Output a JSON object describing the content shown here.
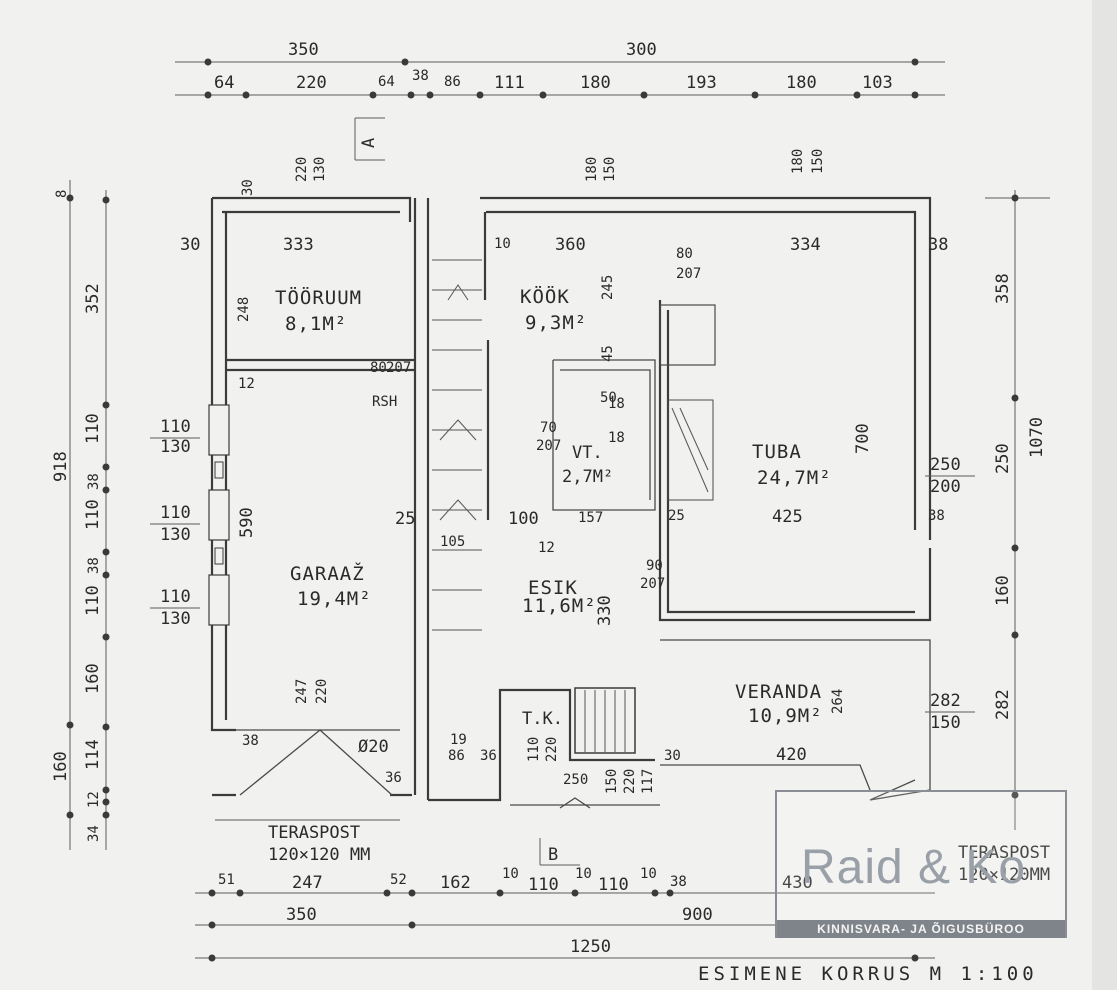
{
  "title": "ESIMENE KORRUS M 1:100",
  "rooms": {
    "tookuum": "TÖÖRUUM",
    "tookuum_area": "8,1M²",
    "kook": "KÖÖK",
    "kook_area": "9,3M²",
    "garaaz": "GARAAŽ",
    "garaaz_area": "19,4M²",
    "tuba": "TUBA",
    "tuba_area": "24,7M²",
    "esik": "ESIK",
    "esik_area": "11,6M²",
    "veranda": "VERANDA",
    "veranda_area": "10,9M²",
    "vt": "VT.",
    "vt_area": "2,7M²",
    "tk": "T.K.",
    "rsh": "RSH"
  },
  "labels": {
    "teraspost_left": "TERASPOST",
    "teraspost_left_size": "120×120 MM",
    "teraspost_right": "TERASPOST",
    "teraspost_right_size": "120×120MM",
    "section_a": "A",
    "section_b": "B",
    "pipe": "Ø20"
  },
  "dims_top": {
    "row1_a": "350",
    "row1_b": "300",
    "row2": [
      "64",
      "220",
      "64",
      "38",
      "86",
      "111",
      "180",
      "193",
      "180",
      "103"
    ]
  },
  "dims_bottom": {
    "row1": [
      "51",
      "247",
      "52",
      "162",
      "10",
      "110",
      "10",
      "110",
      "10",
      "38"
    ],
    "row2_a": "350",
    "row2_b": "900",
    "row3": "1250",
    "right_430": "430"
  },
  "dims_left": [
    "8",
    "352",
    "918",
    "110",
    "38",
    "110",
    "38",
    "110",
    "160",
    "114",
    "160",
    "12",
    "34"
  ],
  "dims_left_inner": [
    "110",
    "130",
    "110",
    "130",
    "110",
    "130"
  ],
  "dims_right": [
    "358",
    "1070",
    "250",
    "160",
    "282"
  ],
  "dims_interior": [
    "30",
    "333",
    "360",
    "334",
    "38",
    "248",
    "12",
    "25",
    "590",
    "100",
    "12",
    "105",
    "330",
    "157",
    "700",
    "425",
    "250",
    "200",
    "38",
    "420",
    "282",
    "150",
    "264",
    "90",
    "207",
    "80",
    "207",
    "247",
    "220",
    "38",
    "36",
    "86",
    "36",
    "19",
    "110",
    "220",
    "250",
    "150",
    "220",
    "117",
    "30",
    "25",
    "80",
    "207",
    "10",
    "180",
    "150",
    "180",
    "150",
    "220",
    "130",
    "30",
    "245",
    "45",
    "50",
    "70",
    "207",
    "18",
    "18"
  ],
  "watermark": {
    "name": "Raid & Ko",
    "subtitle": "KINNISVARA- JA ÕIGUSBÜROO"
  }
}
